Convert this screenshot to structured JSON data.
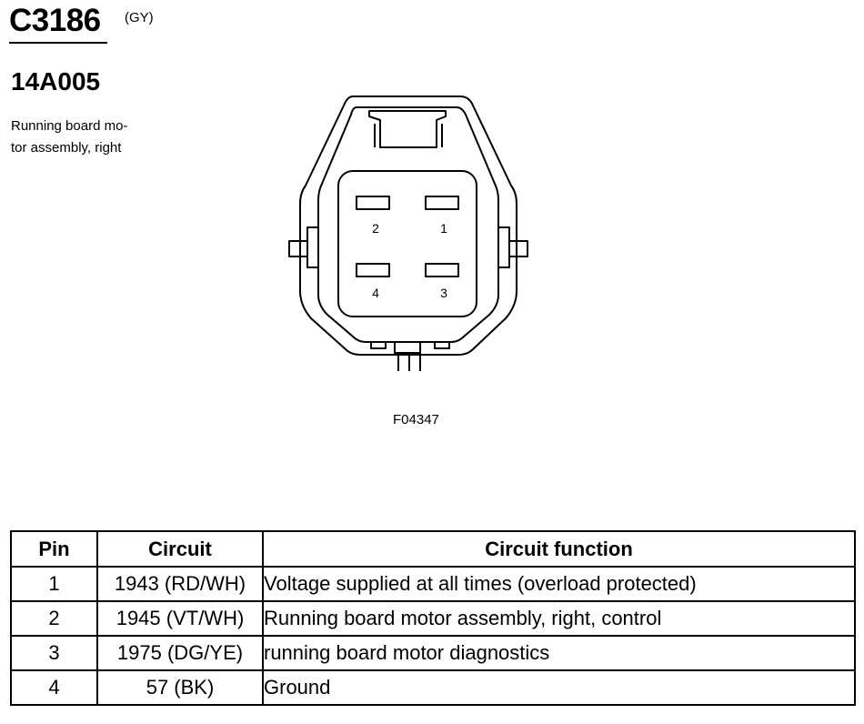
{
  "header": {
    "connector_id": "C3186",
    "color_code": "(GY)",
    "part_number": "14A005",
    "description_line1": "Running board mo-",
    "description_line2": "tor assembly, right"
  },
  "diagram": {
    "pin_labels": [
      "2",
      "1",
      "4",
      "3"
    ],
    "figure_ref": "F04347"
  },
  "table": {
    "headers": [
      "Pin",
      "Circuit",
      "Circuit function"
    ],
    "rows": [
      {
        "pin": "1",
        "circuit": "1943 (RD/WH)",
        "function": "Voltage supplied at all times (overload protected)"
      },
      {
        "pin": "2",
        "circuit": "1945 (VT/WH)",
        "function": "Running board motor assembly, right, control"
      },
      {
        "pin": "3",
        "circuit": "1975 (DG/YE)",
        "function": "running board motor diagnostics"
      },
      {
        "pin": "4",
        "circuit": "57 (BK)",
        "function": "Ground"
      }
    ]
  }
}
